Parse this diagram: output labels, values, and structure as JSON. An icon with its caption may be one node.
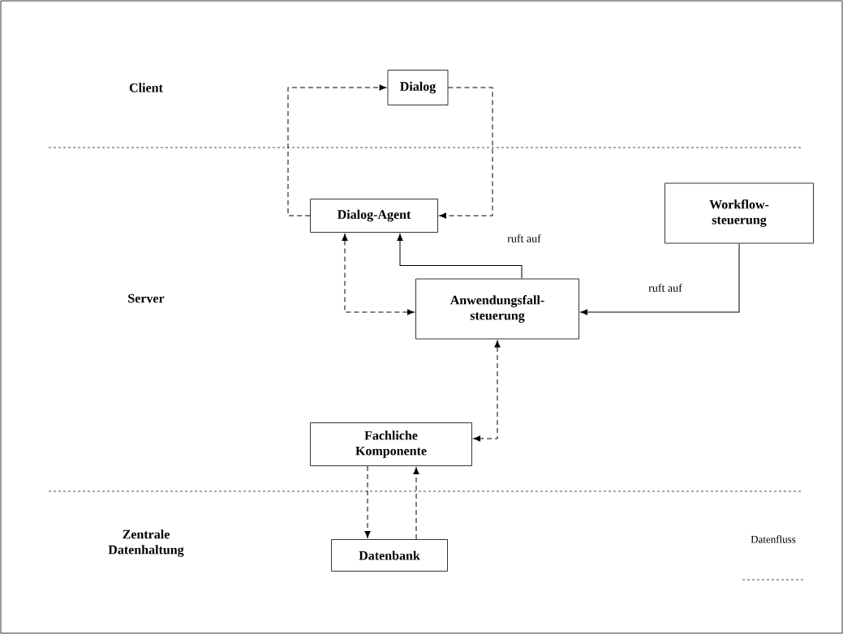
{
  "diagram": {
    "nodes": [
      {
        "text": [
          "Dialog"
        ]
      },
      {
        "text": [
          "Dialog-Agent"
        ]
      },
      {
        "text": [
          "Workflow- steuerung"
        ]
      },
      {
        "text": [
          "Anwendungsfall- steuerung"
        ]
      },
      {
        "text": [
          "Fachliche Komponente"
        ]
      },
      {
        "text": [
          "Datenbank"
        ]
      }
    ],
    "edges": [
      {
        "from": 1,
        "to": 0,
        "arrow": "to",
        "style": "dashed"
      },
      {
        "from": 0,
        "to": 1,
        "arrow": "to",
        "style": "dashed"
      },
      {
        "from": 1,
        "to": 3,
        "arrow": "both",
        "style": "dashed"
      },
      {
        "from": 3,
        "to": 1,
        "arrow": "to",
        "label": "ruft auf"
      },
      {
        "from": 2,
        "to": 3,
        "arrow": "to",
        "label": "ruft auf"
      },
      {
        "from": 3,
        "to": 4,
        "arrow": "both",
        "style": "dashed"
      },
      {
        "from": 4,
        "to": 5,
        "arrow": "to",
        "style": "dashed"
      },
      {
        "from": 5,
        "to": 4,
        "arrow": "to",
        "style": "dashed"
      }
    ],
    "labels": [
      "Client",
      "Server",
      "Zentrale Datenhaltung"
    ],
    "legend": [
      {
        "text": "Datenfluss"
      }
    ]
  }
}
